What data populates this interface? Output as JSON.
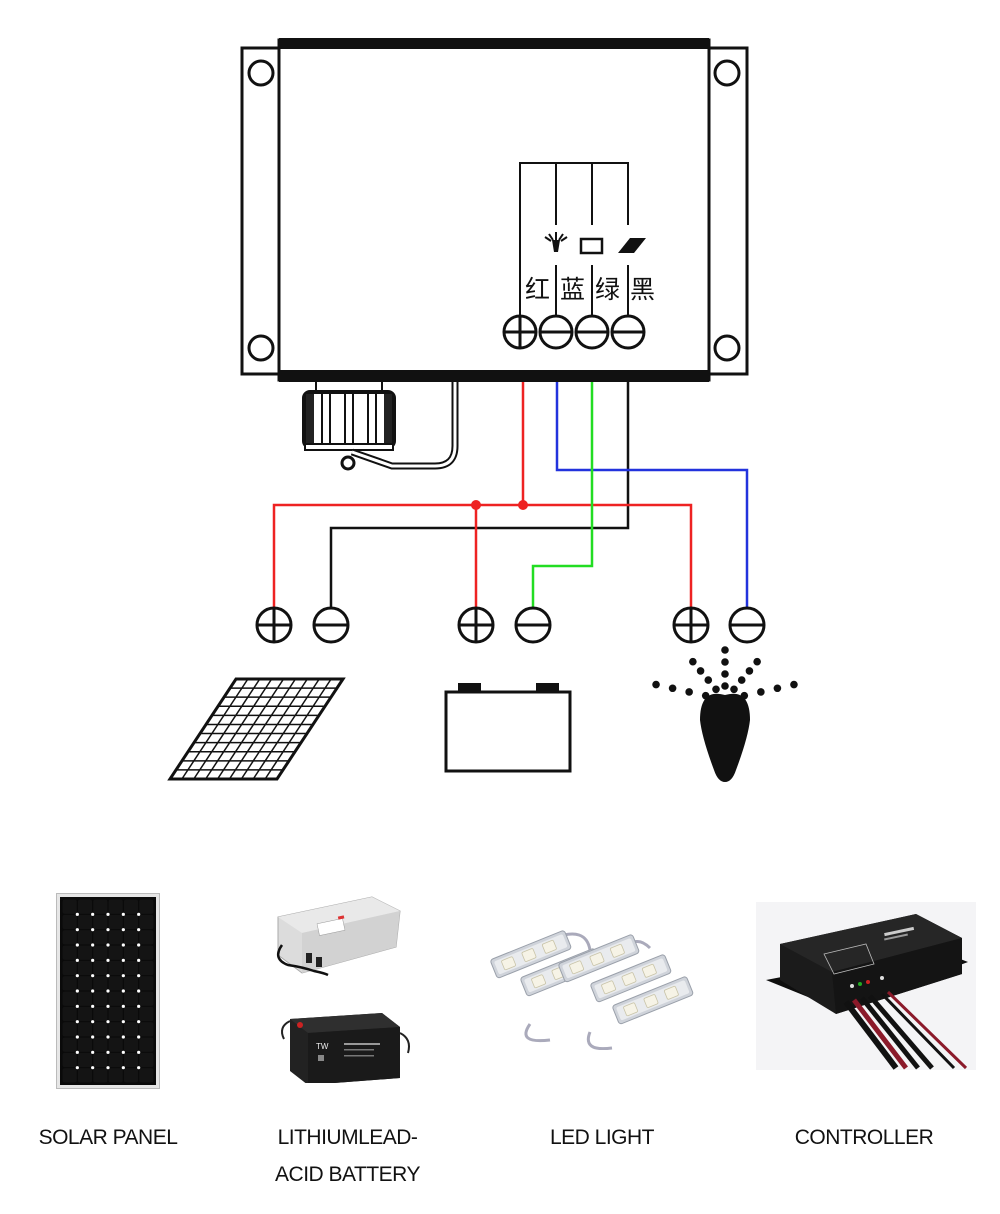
{
  "diagram": {
    "controller_terminal_labels": [
      "红",
      "蓝",
      "绿",
      "黑"
    ],
    "controller_terminal_icons": [
      "lamp-icon",
      "battery-icon",
      "solar-panel-icon"
    ],
    "terminal_polarities": [
      "+",
      "-",
      "-",
      "-"
    ],
    "wire_colors": {
      "red": "#ee2222",
      "blue": "#2233dd",
      "green": "#22dd22",
      "black": "#111111"
    },
    "loads": [
      {
        "name": "solar-panel",
        "polarities": [
          "+",
          "-"
        ]
      },
      {
        "name": "battery",
        "polarities": [
          "+",
          "-"
        ]
      },
      {
        "name": "lamp",
        "polarities": [
          "+",
          "-"
        ]
      }
    ]
  },
  "products": [
    {
      "caption": "SOLAR PANEL"
    },
    {
      "caption": "LITHIUMLEAD-ACID BATTERY"
    },
    {
      "caption": "LED LIGHT"
    },
    {
      "caption": "CONTROLLER"
    }
  ]
}
